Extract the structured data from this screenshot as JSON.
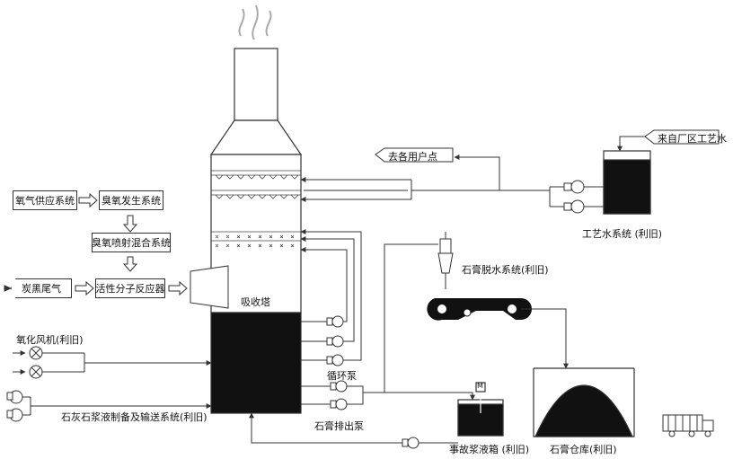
{
  "labels": {
    "oxygen_supply": "氧气供应系统",
    "ozone_generator": "臭氧发生系统",
    "ozone_mixing": "臭氧喷射混合系统",
    "carbon_black_tail_gas": "炭黑尾气",
    "active_molecule_reactor": "活性分子反应器",
    "absorption_tower": "吸收塔",
    "oxidation_fan": "氧化风机(利旧)",
    "circulation_pump": "循环泵",
    "gypsum_discharge_pump": "石膏排出泵",
    "limestone_system": "石灰石浆液制备及输送系统(利旧)",
    "emergency_tank": "事故浆液箱 (利旧)",
    "gypsum_warehouse": "石膏仓库(利旧)",
    "gypsum_dewatering": "石膏脱水系统(利旧)",
    "process_water_system": "工艺水系统 (利旧)",
    "to_users": "去各用户点",
    "from_plant_water": "来自厂区工艺水",
    "tank_marker": "M"
  }
}
